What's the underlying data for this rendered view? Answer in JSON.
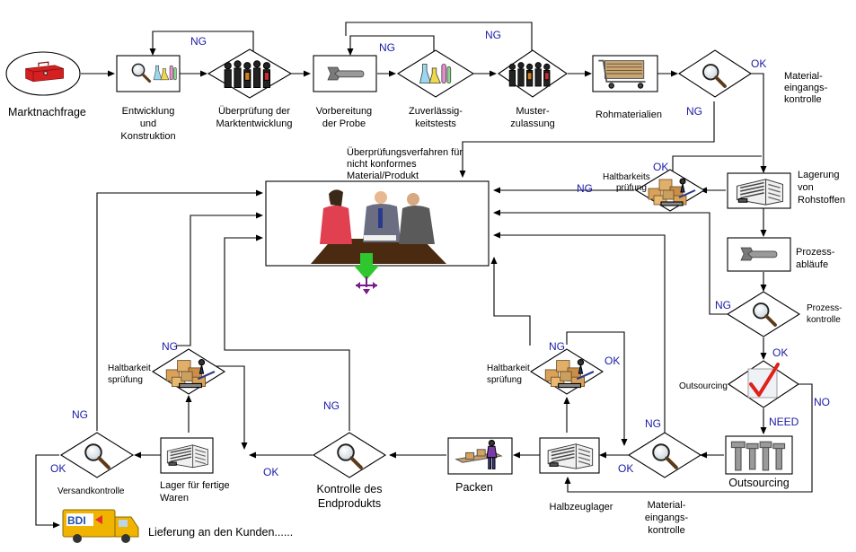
{
  "nodes": {
    "marktnachfrage": "Marktnachfrage",
    "entwicklung": [
      "Entwicklung",
      "und",
      "Konstruktion"
    ],
    "ueberpruefung_markt": [
      "Überprüfung der",
      "Marktentwicklung"
    ],
    "vorbereitung": [
      "Vorbereitung",
      "der Probe"
    ],
    "zuverlaessigkeit": [
      "Zuverlässig-",
      "keitstests"
    ],
    "musterzulassung": [
      "Muster-",
      "zulassung"
    ],
    "rohmaterialien": "Rohmaterialien",
    "materialeingang_top": [
      "Material-",
      "eingangs-",
      "kontrolle"
    ],
    "ueberpruefungsverfahren": [
      "Überprüfungsverfahren für",
      "nicht konformes",
      "Material/Produkt"
    ],
    "haltbarkeit_top": [
      "Haltbarkeits",
      "prüfung"
    ],
    "lagerung": [
      "Lagerung",
      "von",
      "Rohstoffen"
    ],
    "prozessablaeufe": [
      "Prozess-",
      "abläufe"
    ],
    "prozesskontrolle": [
      "Prozess-",
      "kontrolle"
    ],
    "outsourcing_decision": "Outsourcing",
    "outsourcing_box": "Outsourcing",
    "materialeingang_bottom": [
      "Material-",
      "eingangs-",
      "kontrolle"
    ],
    "halbzeuglager": "Halbzeuglager",
    "haltbarkeit_mid": [
      "Haltbarkeit",
      "sprüfung"
    ],
    "packen": "Packen",
    "kontrolle_end": [
      "Kontrolle des",
      "Endprodukts"
    ],
    "lager_fertig": [
      "Lager für fertige",
      "Waren"
    ],
    "haltbarkeit_left": [
      "Haltbarkeit",
      "sprüfung"
    ],
    "versandkontrolle": "Versandkontrolle",
    "lieferung": "Lieferung an den Kunden......",
    "truck_logo": "BDI"
  },
  "flow_labels": {
    "ng": "NG",
    "ok": "OK",
    "need": "NEED",
    "no": "NO"
  },
  "colors": {
    "flow_label": "#1a1aa8",
    "toolbox": "#d42020",
    "checkmark": "#e0201c",
    "down_arrow": "#2ec82e",
    "arrow_heads": "#7a1a8a",
    "truck": "#f0b400",
    "truck_logo": "#1f4fa8"
  }
}
